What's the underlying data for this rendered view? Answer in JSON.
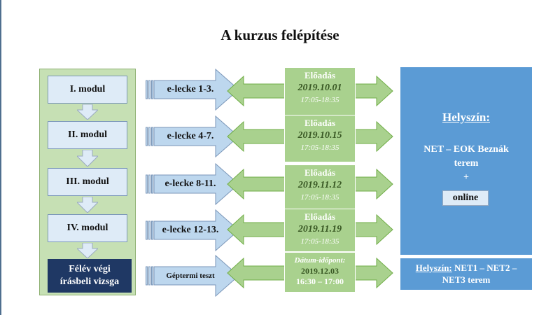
{
  "title": "A kurzus felépítése",
  "modules": [
    {
      "label": "I. modul"
    },
    {
      "label": "II. modul"
    },
    {
      "label": "III. modul"
    },
    {
      "label": "IV. modul"
    }
  ],
  "exam": {
    "line1": "Félév végi",
    "line2": "írásbeli vizsga"
  },
  "lessons": [
    {
      "label": "e-lecke 1-3."
    },
    {
      "label": "e-lecke 4-7."
    },
    {
      "label": "e-lecke 8-11."
    },
    {
      "label": "e-lecke 12-13."
    },
    {
      "label": "Géptermi teszt"
    }
  ],
  "lectures": [
    {
      "title": "Előadás",
      "date": "2019.10.01",
      "time": "17:05-18:35"
    },
    {
      "title": "Előadás",
      "date": "2019.10.15",
      "time": "17:05-18:35"
    },
    {
      "title": "Előadás",
      "date": "2019.11.12",
      "time": "17:05-18:35"
    },
    {
      "title": "Előadás",
      "date": "2019.11.19",
      "time": "17:05-18:35"
    }
  ],
  "exam_session": {
    "title": "Dátum-időpont:",
    "date": "2019.12.03",
    "time": "16:30 – 17:00"
  },
  "venue": {
    "heading": "Helyszín:",
    "line1": "NET – EOK Beznák",
    "line2": "terem",
    "plus": "+",
    "online": "online"
  },
  "venue2": {
    "heading": "Helyszín:",
    "text1": " NET1 – NET2 –",
    "text2": "NET3  terem"
  },
  "colors": {
    "panel_green": "#c6e0b4",
    "lecture_green": "#a9d18e",
    "module_blue": "#deebf7",
    "venue_blue": "#5b9bd5",
    "exam_navy": "#1f3864"
  }
}
